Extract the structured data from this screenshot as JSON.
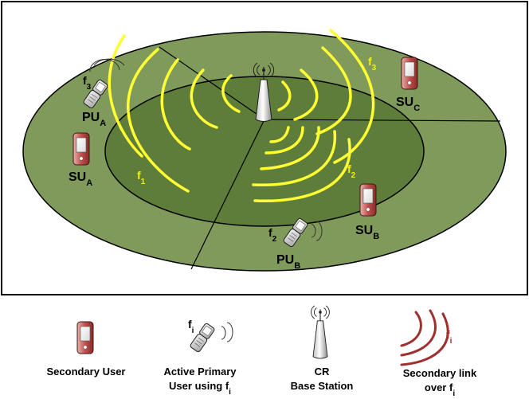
{
  "cell": {
    "base_station": {
      "label_line1": "CR",
      "label_line2": "Base Station"
    },
    "channels": {
      "f1": {
        "base": "f",
        "sub": "1"
      },
      "f2": {
        "base": "f",
        "sub": "2"
      },
      "f3": {
        "base": "f",
        "sub": "3"
      }
    },
    "primary_users": [
      {
        "base": "PU",
        "sub": "A",
        "channel_base": "f",
        "channel_sub": "3"
      },
      {
        "base": "PU",
        "sub": "B",
        "channel_base": "f",
        "channel_sub": "2"
      }
    ],
    "secondary_users": [
      {
        "base": "SU",
        "sub": "A"
      },
      {
        "base": "SU",
        "sub": "B"
      },
      {
        "base": "SU",
        "sub": "C"
      }
    ],
    "colors": {
      "outer_ring": "#7f9a5a",
      "inner_disc": "#5f7d3a",
      "secondary_link": "#ffff33",
      "device_body": "#c0504d"
    }
  },
  "legend": {
    "secondary_user": {
      "line1": "Secondary User"
    },
    "primary_user": {
      "line1": "Active Primary",
      "line2_base": "User using f",
      "line2_sub": "i",
      "icon_label_base": "f",
      "icon_label_sub": "i"
    },
    "base_station": {
      "line1": "CR",
      "line2": "Base Station"
    },
    "secondary_link": {
      "line1": "Secondary link",
      "line2_base": "over f",
      "line2_sub": "i",
      "icon_label_base": "f",
      "icon_label_sub": "i"
    },
    "link_color": "#a0302e"
  }
}
